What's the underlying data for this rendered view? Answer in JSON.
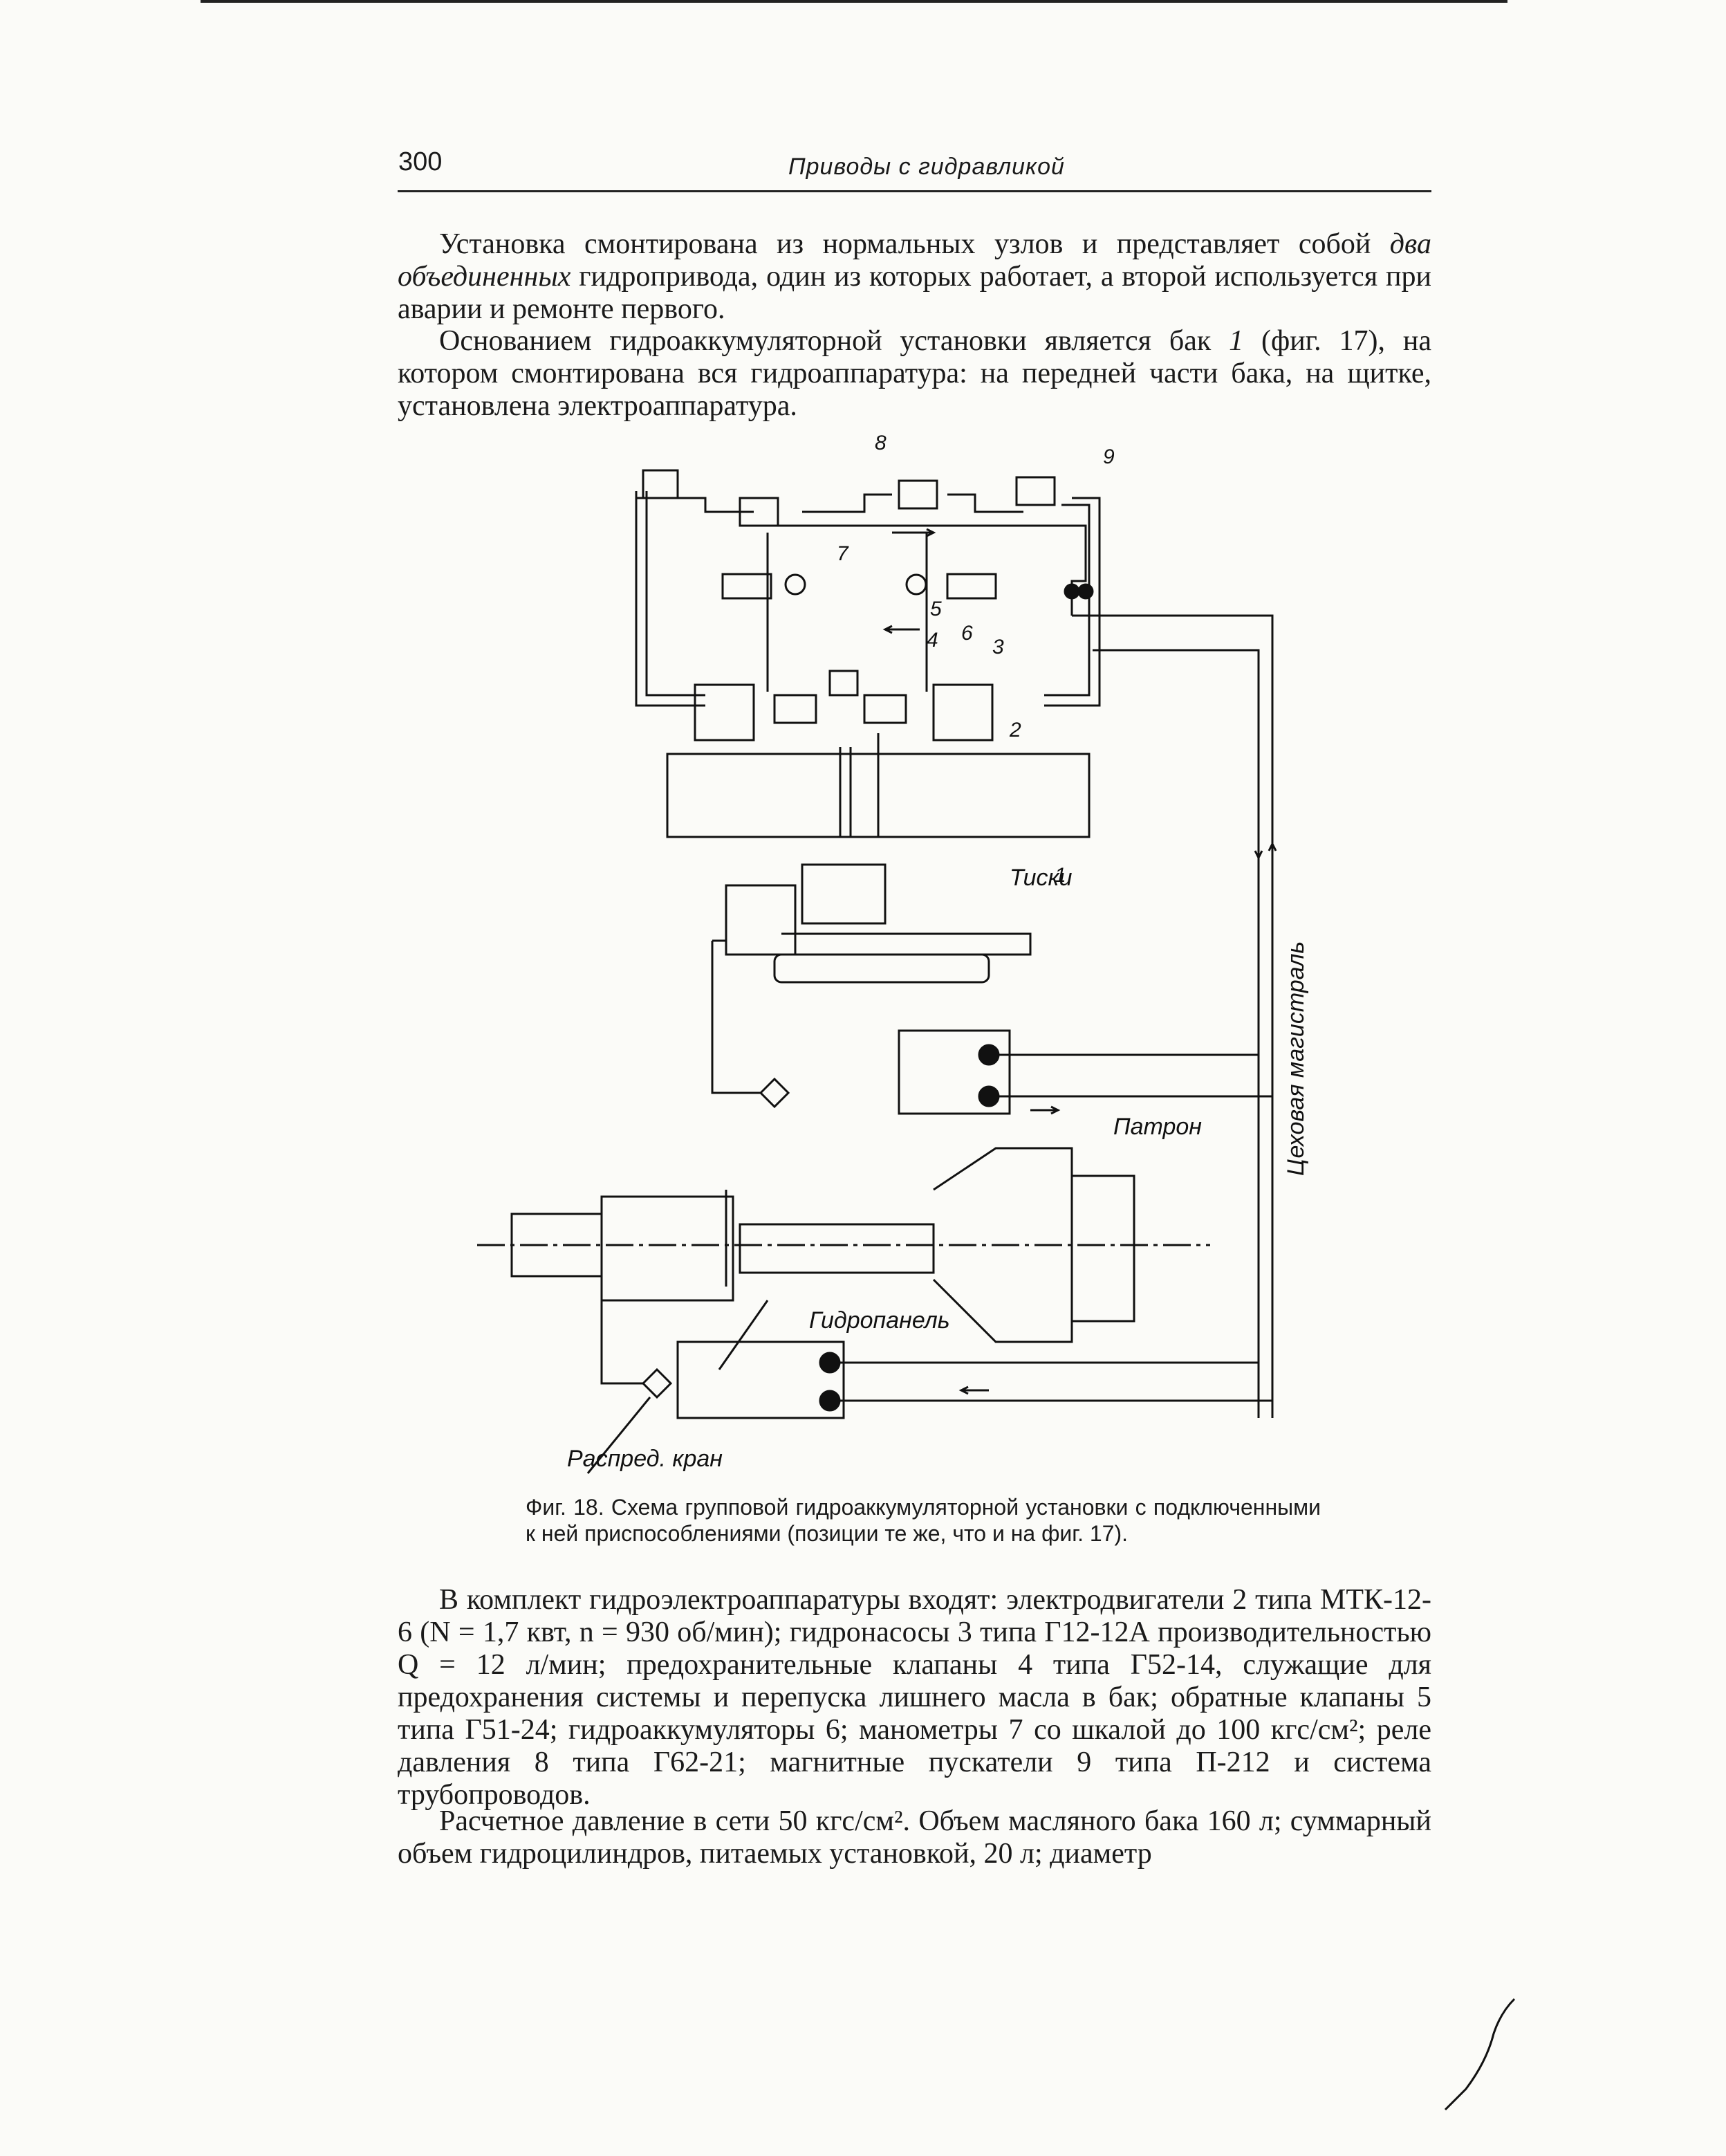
{
  "header": {
    "page_number": "300",
    "running_title": "Приводы с гидравликой"
  },
  "paragraphs": {
    "p1_a": "Установка смонтирована из нормальных узлов и представляет собой ",
    "p1_em": "два объединенных",
    "p1_b": " гидропривода, один из которых работает, а второй используется при аварии и ремонте первого.",
    "p2_a": "Основанием гидроаккумуляторной установки является бак ",
    "p2_em": "1",
    "p2_b": " (фиг. 17), на котором смонтирована вся гидроаппаратура: на передней части бака, на щитке, установлена электроаппаратура.",
    "p3": "В комплект гидроэлектроаппаратуры входят: электродвигатели 2 типа МТК-12-6 (N = 1,7 квт, n = 930 об/мин); гидронасосы 3 типа Г12-12А производительностью Q = 12 л/мин; предохранительные клапаны 4 типа Г52-14, служащие для предохранения системы и перепуска лишнего масла в бак; обратные клапаны 5 типа Г51-24; гидроаккумуляторы 6; манометры 7 со шкалой до 100 кгс/см²; реле давления 8 типа Г62-21; магнитные пускатели 9 типа П-212 и система трубопроводов.",
    "p4": "Расчетное давление в сети 50 кгс/см². Объем масляного бака 160 л; суммарный объем гидроцилиндров, питаемых установкой, 20 л; диаметр"
  },
  "figure": {
    "labels": {
      "vise": "Тиски",
      "chuck": "Патрон",
      "hydropanel": "Гидропанель",
      "dist_valve": "Распред. кран",
      "shop_main": "Цеховая магистраль"
    },
    "callouts": [
      "1",
      "2",
      "3",
      "4",
      "5",
      "6",
      "7",
      "8",
      "9"
    ],
    "caption": "Фиг. 18. Схема групповой гидроаккумуляторной установки с подключенными к ней приспособлениями (позиции те же, что и на фиг. 17)."
  }
}
